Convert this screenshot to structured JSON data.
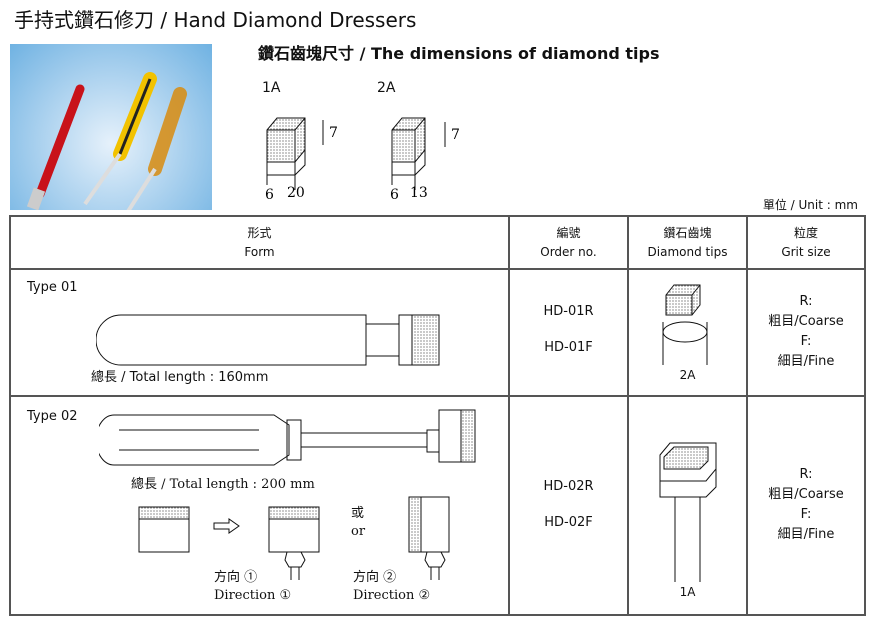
{
  "title": "手持式鑽石修刀 / Hand Diamond Dressers",
  "subtitle": "鑽石齒塊尺寸 / The dimensions of diamond tips",
  "tips": [
    {
      "name": "1A",
      "height": "7",
      "depth": "6",
      "width": "20"
    },
    {
      "name": "2A",
      "height": "7",
      "depth": "6",
      "width": "13"
    }
  ],
  "unit": "單位 / Unit : mm",
  "headers": [
    {
      "zh": "形式",
      "en": "Form"
    },
    {
      "zh": "編號",
      "en": "Order no."
    },
    {
      "zh": "鑽石齒塊",
      "en": "Diamond tips"
    },
    {
      "zh": "粒度",
      "en": "Grit size"
    }
  ],
  "rows": [
    {
      "type": "Type 01",
      "length": "總長 / Total length : 160mm",
      "orders": [
        "HD-01R",
        "HD-01F"
      ],
      "tip": "2A",
      "grit": [
        "R:",
        "粗目/Coarse",
        "F:",
        "細目/Fine"
      ]
    },
    {
      "type": "Type 02",
      "length": "總長  / Total length : 200 mm",
      "orders": [
        "HD-02R",
        "HD-02F"
      ],
      "tip": "1A",
      "grit": [
        "R:",
        "粗目/Coarse",
        "F:",
        "細目/Fine"
      ],
      "or_zh": "或",
      "or_en": "or",
      "dir1_zh": "方向 ①",
      "dir1_en": "Direction ①",
      "dir2_zh": "方向 ②",
      "dir2_en": "Direction ②"
    }
  ]
}
